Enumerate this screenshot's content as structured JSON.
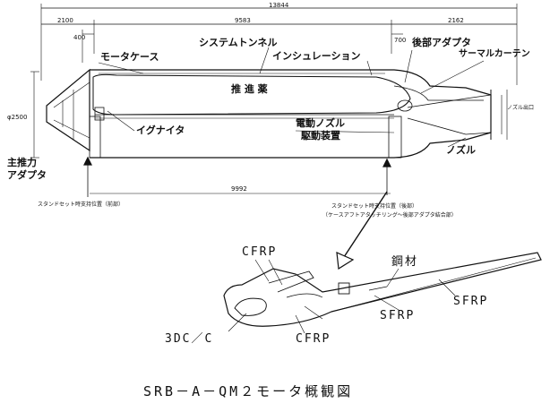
{
  "dimensions": {
    "overall_length": "13844",
    "left_section": "2100",
    "motor_case_length": "9583",
    "aft_section": "2162",
    "nozzle_inset": "400",
    "ring_offset": "700",
    "diameter": "φ2500",
    "nozzle_exit": "ノズル出口",
    "stand_span": "9992"
  },
  "labels": {
    "motor_case": "モータケース",
    "system_tunnel": "システムトンネル",
    "insulation": "インシュレーション",
    "aft_adapter": "後部アダプタ",
    "thermal_curtain": "サーマルカーテン",
    "propellant": "推 進 薬",
    "igniter": "イグナイタ",
    "nozzle_drive_line1": "電動ノズル",
    "nozzle_drive_line2": "駆動装置",
    "nozzle": "ノズル",
    "main_thrust_line1": "主推力",
    "main_thrust_line2": "アダプタ",
    "stand_front": "スタンドセット時支持位置（前部）",
    "stand_rear_line1": "スタンドセット時支持位置（後部）",
    "stand_rear_line2": "（ケースアフトアタッチリング～後部アダプタ結合部）"
  },
  "detail": {
    "cfrp_top": "CFRP",
    "steel": "鋼材",
    "sfrp_right": "SFRP",
    "sfrp_mid": "SFRP",
    "cfrp_bottom": "CFRP",
    "c3dc": "3DC／C"
  },
  "title": "SRB－A－QM２モータ概観図"
}
